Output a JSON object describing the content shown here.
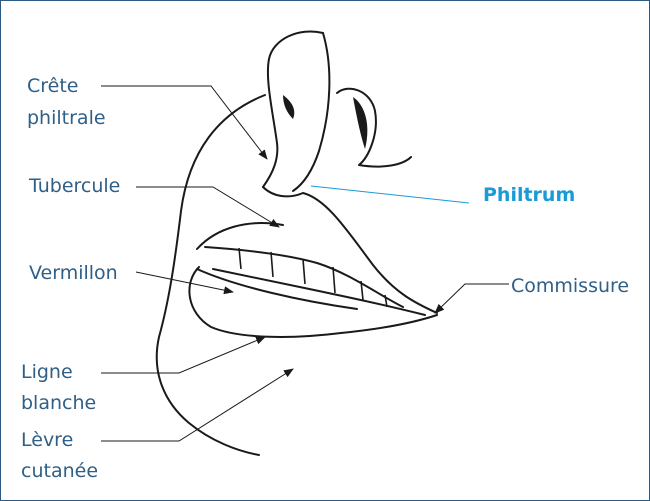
{
  "labels": {
    "crete": [
      "Crête",
      "philtrale"
    ],
    "tubercule": "Tubercule",
    "vermillon": "Vermillon",
    "ligne": [
      "Ligne",
      "blanche"
    ],
    "levre": [
      "Lèvre",
      "cutanée"
    ],
    "philtrum": "Philtrum",
    "commissure": "Commissure"
  },
  "colors": {
    "frame": "#2b5b84",
    "label_text": "#2f5f86",
    "philtrum_accent": "#1a9ad6",
    "line_art": "#1a1a1a"
  }
}
